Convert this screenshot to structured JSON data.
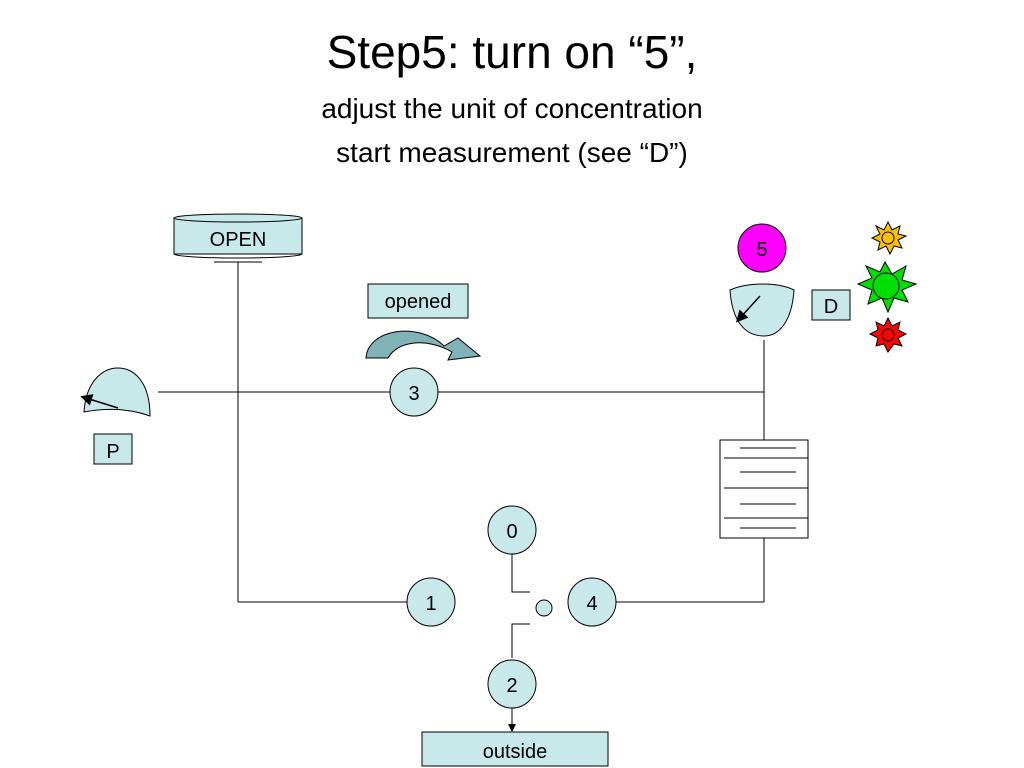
{
  "slide": {
    "title": "Step5: turn on “5”,",
    "subtitle_line1": "adjust the unit of concentration",
    "subtitle_line2": "start measurement  (see “D”)"
  },
  "diagram": {
    "open_button": "OPEN",
    "opened_label": "opened",
    "gauge_p_label": "P",
    "detector_label": "D",
    "outside_label": "outside",
    "nodes": {
      "n0": "0",
      "n1": "1",
      "n2": "2",
      "n3": "3",
      "n4": "4",
      "n5": "5"
    },
    "lights": [
      "yellow-light-icon",
      "green-light-icon",
      "red-light-icon"
    ]
  },
  "colors": {
    "node_fill": "#c9e8ea",
    "node5_fill": "#ff00ff",
    "yellow": "#ffc000",
    "green": "#00e000",
    "red": "#ff0000",
    "arrow_fill": "#7fb3b6"
  }
}
